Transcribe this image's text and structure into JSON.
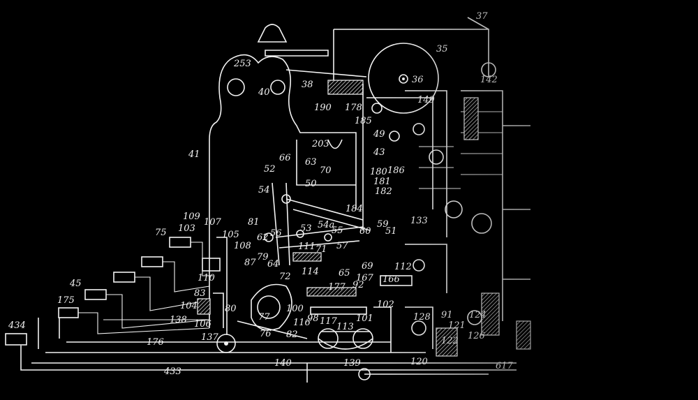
{
  "diagram": {
    "background": "#000000",
    "line_color": "#f2f2f2",
    "labels": [
      "37",
      "35",
      "36",
      "253",
      "40",
      "38",
      "190",
      "178",
      "185",
      "41",
      "203",
      "63",
      "70",
      "66",
      "52",
      "50",
      "54",
      "109",
      "103",
      "107",
      "105",
      "81",
      "75",
      "56",
      "53",
      "59",
      "45",
      "110",
      "108",
      "106",
      "62",
      "104",
      "83",
      "175",
      "138",
      "64",
      "87",
      "79",
      "434",
      "176",
      "137",
      "80",
      "77",
      "76",
      "82",
      "140",
      "139",
      "433",
      "113",
      "101",
      "98",
      "72",
      "100",
      "116",
      "117",
      "65",
      "177",
      "92",
      "102",
      "112",
      "166",
      "167",
      "69",
      "128",
      "121",
      "122",
      "126",
      "91",
      "120",
      "124",
      "133",
      "142",
      "149",
      "184",
      "180",
      "181",
      "182",
      "186",
      "43",
      "49",
      "60",
      "71",
      "57",
      "55",
      "51",
      "54a",
      "111",
      "114",
      "617"
    ]
  }
}
